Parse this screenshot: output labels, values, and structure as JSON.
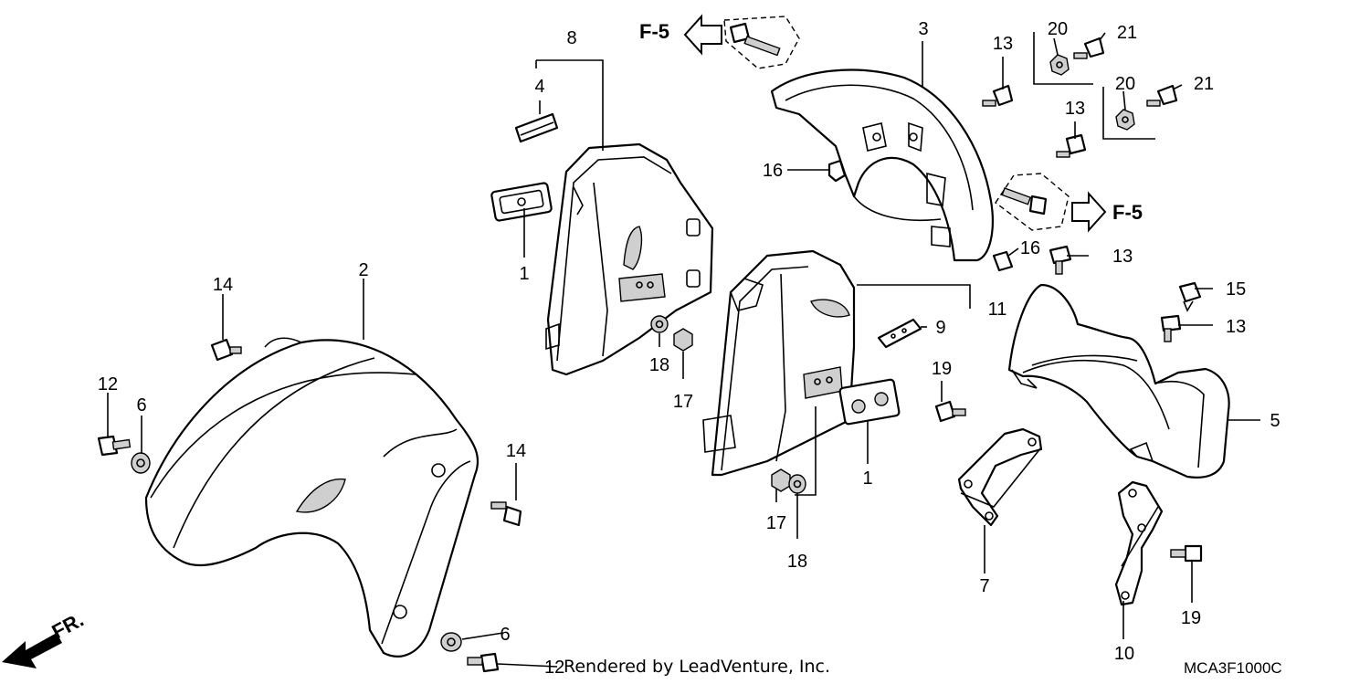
{
  "callouts": {
    "c1a": "1",
    "c1b": "1",
    "c2": "2",
    "c3": "3",
    "c4": "4",
    "c5": "5",
    "c6a": "6",
    "c6b": "6",
    "c7": "7",
    "c8": "8",
    "c9": "9",
    "c10": "10",
    "c11": "11",
    "c12a": "12",
    "c12b": "12",
    "c13a": "13",
    "c13b": "13",
    "c13c": "13",
    "c13d": "13",
    "c14a": "14",
    "c14b": "14",
    "c15": "15",
    "c16a": "16",
    "c16b": "16",
    "c17a": "17",
    "c17b": "17",
    "c18a": "18",
    "c18b": "18",
    "c19a": "19",
    "c19b": "19",
    "c20a": "20",
    "c20b": "20",
    "c21a": "21",
    "c21b": "21"
  },
  "refs": {
    "left": "F-5",
    "right": "F-5",
    "front": "FR."
  },
  "footer": {
    "credit": "Rendered by LeadVenture, Inc.",
    "code": "MCA3F1000C"
  }
}
